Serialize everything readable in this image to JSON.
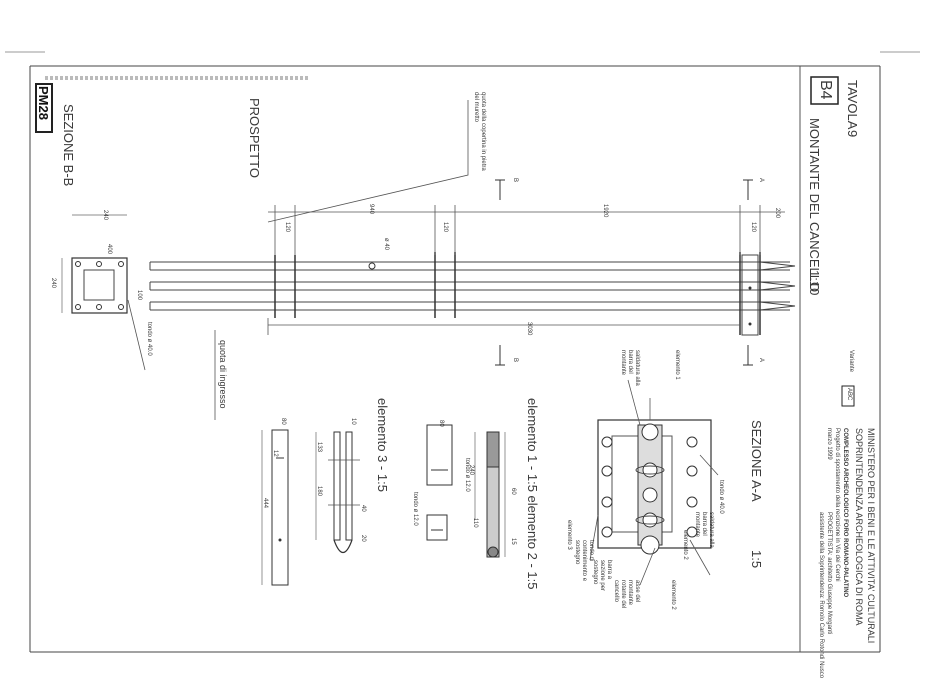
{
  "sheet": {
    "code": "PM28",
    "table_label": "TAVOLA",
    "table_number": "9",
    "table_id": "B4",
    "title": "MONTANTE DEL CANCELLO",
    "title_scale": "1:10",
    "variant_label": "Variante",
    "variant_value": "ABC"
  },
  "title_block": {
    "lines": [
      "MINISTERO PER I BENI E LE ATTIVITA' CULTURALI",
      "SOPRINTENDENZA ARCHEOLOGICA DI ROMA",
      "COMPLESSO ARCHEOLOGICO FORO ROMANO-PALATINO",
      "Progetto di spostamento della recinzione in Via dei Cerchi",
      "marzo 1999",
      "PROGETTISTA: architetto Giuseppe Morganti",
      "assistente della Soprintendenza: Romolo Carlo Rotondi Nusco"
    ]
  },
  "views": {
    "prospetto": "PROSPETTO",
    "sezione_bb": "SEZIONE B-B",
    "sezione_aa": "SEZIONE A-A",
    "sezione_aa_scale": "1:5",
    "el_1_2": "elemento 1 - 1:5  elemento 2 - 1:5",
    "el_3": "elemento 3 - 1:5"
  },
  "annotations": {
    "quota_copertina": "quota della copertina in pietra del muretto",
    "quota_ingresso": "quota di ingresso",
    "tondo_12": "tondo ø 12.0",
    "tondo_40": "tondo ø 40.0",
    "phi_40": "ø 40",
    "saldatura": "saldatura alla barra del montante",
    "elemento_1": "elemento 1",
    "elemento_2": "elemento 2",
    "elemento_3": "elemento 3",
    "asse_montante": "asse del montante rotante del cancello",
    "barra_cuscinetto": "barra a sezione per sostegno",
    "tondo_contenimento": "tondo di contenimento e sostegno"
  },
  "dimensions": {
    "d200": "200",
    "d120": "120",
    "d1920": "1920",
    "d940": "940",
    "d3030": "3030",
    "d240": "240",
    "d100": "100",
    "d80": "80",
    "d400": "400",
    "d60": "60",
    "d110": "110",
    "d15": "15",
    "d10": "10",
    "d12": "12",
    "d133": "133",
    "d180": "180",
    "d40": "40",
    "d20": "20",
    "d444": "444",
    "A": "A",
    "B": "B"
  }
}
